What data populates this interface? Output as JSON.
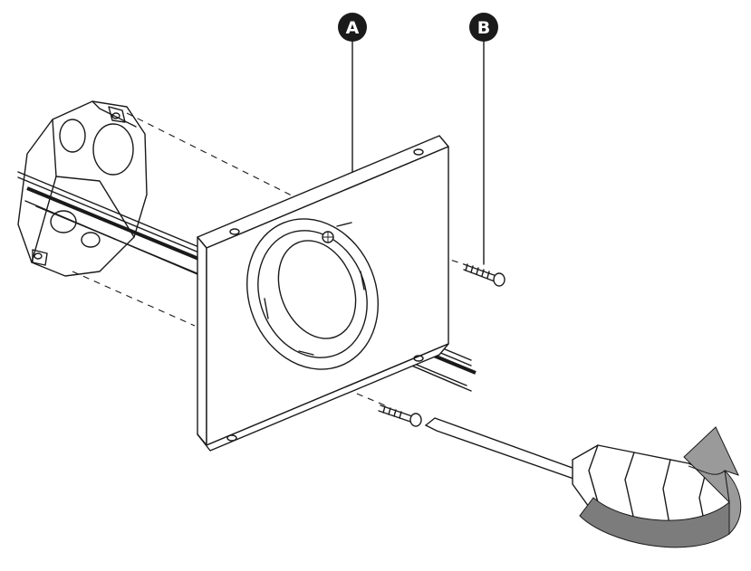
{
  "callouts": [
    {
      "letter": "A",
      "target": "mounting-plate"
    },
    {
      "letter": "B",
      "target": "mounting-screw"
    }
  ],
  "colors": {
    "line": "#1a1a1a",
    "callout_fill": "#1a1a1a",
    "callout_text": "#ffffff",
    "arrow_fill": "#9a9a9a",
    "arrow_shade": "#7c7c7c"
  },
  "icons": [
    "rotation-arrow-icon",
    "screwdriver-icon",
    "screw-icon"
  ]
}
